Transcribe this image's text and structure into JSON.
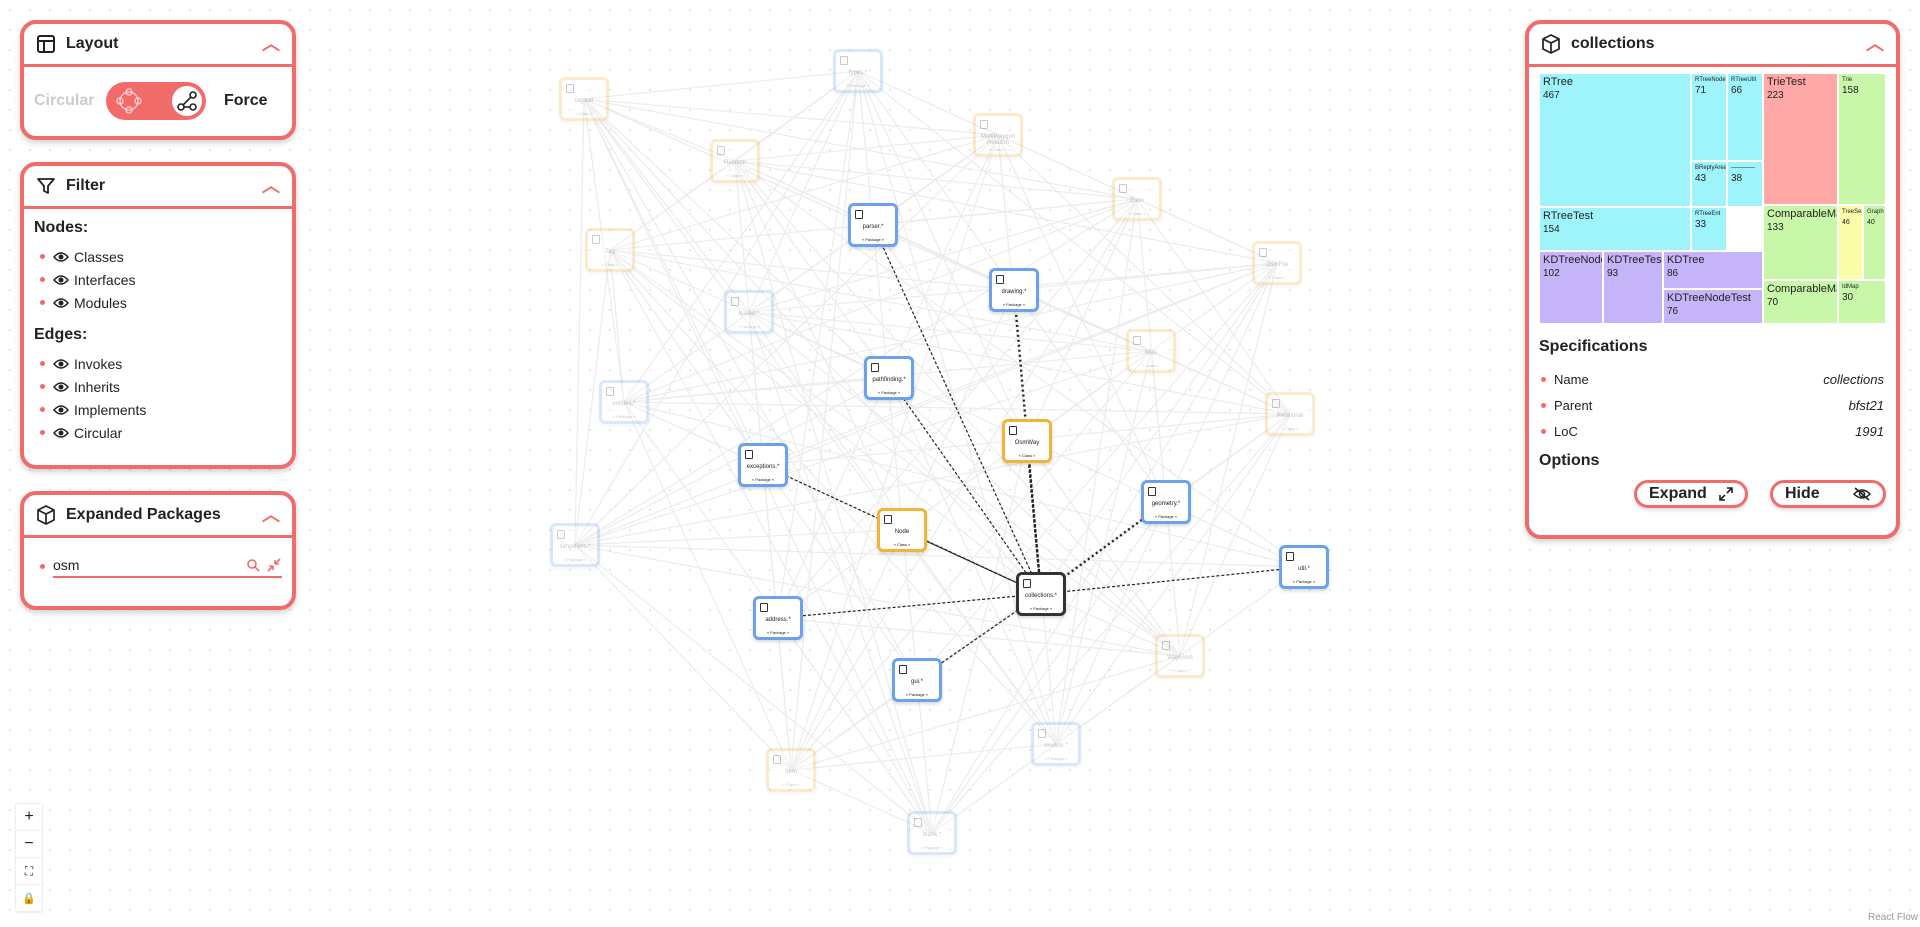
{
  "layout_panel": {
    "title": "Layout",
    "circular_label": "Circular",
    "force_label": "Force"
  },
  "filter_panel": {
    "title": "Filter",
    "nodes_heading": "Nodes:",
    "node_items": [
      "Classes",
      "Interfaces",
      "Modules"
    ],
    "edges_heading": "Edges:",
    "edge_items": [
      "Invokes",
      "Inherits",
      "Implements",
      "Circular"
    ]
  },
  "packages_panel": {
    "title": "Expanded Packages",
    "items": [
      "osm"
    ]
  },
  "detail_panel": {
    "title": "collections",
    "treemap": [
      {
        "name": "RTree",
        "count": "467",
        "color": "#9ff3fb"
      },
      {
        "name": "RTreeNode",
        "count": "71",
        "color": "#9ff3fb"
      },
      {
        "name": "RTreeUtil",
        "count": "66",
        "color": "#9ff3fb"
      },
      {
        "name": "BReplyArea",
        "count": "43",
        "color": "#9ff3fb"
      },
      {
        "name": "————",
        "count": "38",
        "color": "#9ff3fb"
      },
      {
        "name": "RTreeTest",
        "count": "154",
        "color": "#9ff3fb"
      },
      {
        "name": "RTreeEnt",
        "count": "33",
        "color": "#9ff3fb"
      },
      {
        "name": "TrieTest",
        "count": "223",
        "color": "#ffa8a8"
      },
      {
        "name": "Trie",
        "count": "158",
        "color": "#c8f7a9"
      },
      {
        "name": "ComparableMap",
        "count": "133",
        "color": "#c8f7a9"
      },
      {
        "name": "TreeSet",
        "count": "46",
        "color": "#fafca8"
      },
      {
        "name": "Graph",
        "count": "40",
        "color": "#c8f7a9"
      },
      {
        "name": "ComparableMapTest",
        "count": "70",
        "color": "#c8f7a9"
      },
      {
        "name": "IdMap",
        "count": "30",
        "color": "#c8f7a9"
      },
      {
        "name": "KDTreeNode",
        "count": "102",
        "color": "#c5b4f7"
      },
      {
        "name": "KDTreeTest",
        "count": "93",
        "color": "#c5b4f7"
      },
      {
        "name": "KDTree",
        "count": "86",
        "color": "#c5b4f7"
      },
      {
        "name": "KDTreeNodeTest",
        "count": "76",
        "color": "#c5b4f7"
      }
    ],
    "specs_heading": "Specifications",
    "specs": [
      {
        "key": "Name",
        "value": "collections"
      },
      {
        "key": "Parent",
        "value": "bfst21"
      },
      {
        "key": "LoC",
        "value": "1991"
      }
    ],
    "options_heading": "Options",
    "expand_label": "Expand",
    "hide_label": "Hide"
  },
  "graph": {
    "nodes": [
      {
        "id": "parser",
        "label": "parser.*",
        "type": "Package",
        "kind": "pkg",
        "faded": false
      },
      {
        "id": "drawing",
        "label": "drawing.*",
        "type": "Package",
        "kind": "pkg",
        "faded": false
      },
      {
        "id": "pathfinding",
        "label": "pathfinding.*",
        "type": "Package",
        "kind": "pkg",
        "faded": false
      },
      {
        "id": "osmway",
        "label": "OsmWay",
        "type": "Class",
        "kind": "cls",
        "faded": false
      },
      {
        "id": "exceptions",
        "label": "exceptions.*",
        "type": "Package",
        "kind": "pkg",
        "faded": false
      },
      {
        "id": "node",
        "label": "Node",
        "type": "Class",
        "kind": "cls",
        "faded": false
      },
      {
        "id": "geometry",
        "label": "geometry.*",
        "type": "Package",
        "kind": "pkg",
        "faded": false
      },
      {
        "id": "collections",
        "label": "collections.*",
        "type": "Package",
        "kind": "sel",
        "faded": false
      },
      {
        "id": "util",
        "label": "util.*",
        "type": "Package",
        "kind": "pkg",
        "faded": false
      },
      {
        "id": "address",
        "label": "address.*",
        "type": "Package",
        "kind": "pkg",
        "faded": false
      },
      {
        "id": "gui",
        "label": "gui.*",
        "type": "Package",
        "kind": "pkg",
        "faded": false
      },
      {
        "id": "types",
        "label": "types.*",
        "type": "Package",
        "kind": "pkg",
        "faded": true
      },
      {
        "id": "tagleaf",
        "label": "tagleaf",
        "type": "Class",
        "kind": "cls",
        "faded": true
      },
      {
        "id": "relation",
        "label": "Relation",
        "type": "Class",
        "kind": "cls",
        "faded": true
      },
      {
        "id": "multipolygon",
        "label": "MultiPolygon Relation",
        "type": "Class",
        "kind": "cls",
        "faded": true
      },
      {
        "id": "tag",
        "label": "Tag",
        "type": "Class",
        "kind": "cls",
        "faded": true
      },
      {
        "id": "loader",
        "label": "loader.*",
        "type": "Package",
        "kind": "pkg",
        "faded": true
      },
      {
        "id": "elem",
        "label": "Elem",
        "type": "Class",
        "kind": "cls",
        "faded": true
      },
      {
        "id": "osmfile",
        "label": "OsmFile",
        "type": "Class",
        "kind": "cls",
        "faded": true
      },
      {
        "id": "entities",
        "label": "entities.*",
        "type": "Package",
        "kind": "pkg",
        "faded": true
      },
      {
        "id": "map",
        "label": "Map",
        "type": "Class",
        "kind": "cls",
        "faded": true
      },
      {
        "id": "relational",
        "label": "Relational",
        "type": "Class",
        "kind": "cls",
        "faded": true
      },
      {
        "id": "simplifiers",
        "label": "simplifiers.*",
        "type": "Package",
        "kind": "pkg",
        "faded": true
      },
      {
        "id": "wayelem",
        "label": "WayElem",
        "type": "Class",
        "kind": "cls",
        "faded": true
      },
      {
        "id": "item",
        "label": "Item",
        "type": "Class",
        "kind": "cls",
        "faded": true
      },
      {
        "id": "models",
        "label": "models.*",
        "type": "Package",
        "kind": "pkg",
        "faded": true
      },
      {
        "id": "blank",
        "label": "blank.*",
        "type": "Package",
        "kind": "pkg",
        "faded": true
      }
    ],
    "edges": [
      {
        "from": "parser",
        "to": "collections",
        "style": "dashed"
      },
      {
        "from": "drawing",
        "to": "collections",
        "style": "dotted"
      },
      {
        "from": "pathfinding",
        "to": "collections",
        "style": "dashed"
      },
      {
        "from": "osmway",
        "to": "collections",
        "style": "dotted"
      },
      {
        "from": "exceptions",
        "to": "collections",
        "style": "dashed"
      },
      {
        "from": "node",
        "to": "collections",
        "style": "solid"
      },
      {
        "from": "geometry",
        "to": "collections",
        "style": "dotted"
      },
      {
        "from": "util",
        "to": "collections",
        "style": "dashed"
      },
      {
        "from": "address",
        "to": "collections",
        "style": "dashed"
      },
      {
        "from": "gui",
        "to": "collections",
        "style": "dashed"
      }
    ]
  },
  "controls": {
    "zoom_in": "+",
    "zoom_out": "−",
    "fit": "⛶",
    "lock": "🔒"
  },
  "attribution": "React Flow"
}
